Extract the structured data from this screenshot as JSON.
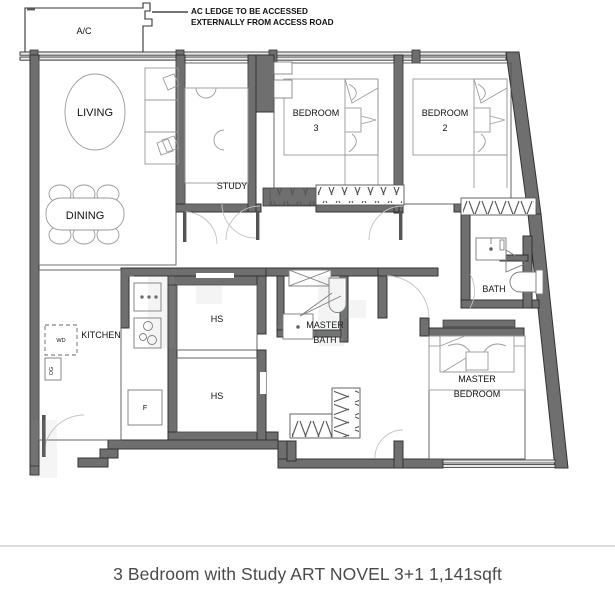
{
  "caption": {
    "text": "3 Bedroom with Study ART NOVEL 3+1 1,141sqft"
  },
  "plan": {
    "annotation": {
      "line1": "AC LEDGE  TO BE ACCESSED",
      "line2": "EXTERNALLY FROM ACCESS ROAD"
    },
    "rooms": [
      {
        "id": "ac_ledge",
        "label": "A/C",
        "label2": ""
      },
      {
        "id": "living",
        "label": "LIVING",
        "label2": ""
      },
      {
        "id": "dining",
        "label": "DINING",
        "label2": ""
      },
      {
        "id": "study",
        "label": "STUDY",
        "label2": ""
      },
      {
        "id": "bedroom3",
        "label": "BEDROOM",
        "label2": "3"
      },
      {
        "id": "bedroom2",
        "label": "BEDROOM",
        "label2": "2"
      },
      {
        "id": "bath",
        "label": "BATH",
        "label2": ""
      },
      {
        "id": "master_bedroom",
        "label": "MASTER",
        "label2": "BEDROOM"
      },
      {
        "id": "master_bath",
        "label": "MASTER",
        "label2": "BATH"
      },
      {
        "id": "kitchen",
        "label": "KITCHEN",
        "label2": ""
      },
      {
        "id": "hs_upper",
        "label": "HS",
        "label2": ""
      },
      {
        "id": "hs_lower",
        "label": "HS",
        "label2": ""
      }
    ],
    "fixtures": [
      {
        "id": "washer_dryer",
        "label": "WD"
      },
      {
        "id": "oven",
        "label": "OG"
      },
      {
        "id": "fridge",
        "label": "F"
      }
    ],
    "colors": {
      "wall_fill": "#6f6f6f",
      "wall_stroke": "#333333",
      "thin_line": "#4a4a4a",
      "furniture_line": "#8a8a8a",
      "door_swing": "#bbbbbb",
      "paper": "#ffffff",
      "caption_text": "#4a4a4a",
      "divider": "#dcdcdc"
    }
  }
}
